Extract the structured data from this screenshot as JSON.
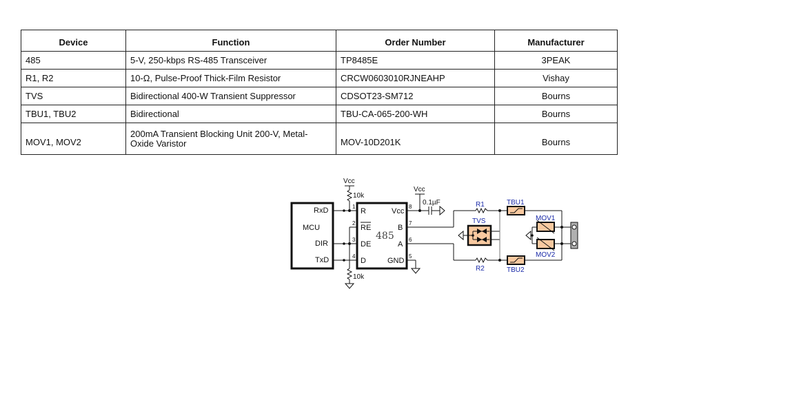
{
  "bom_table": {
    "headers": [
      "Device",
      "Function",
      "Order Number",
      "Manufacturer"
    ],
    "rows": [
      {
        "device": "485",
        "function": "5-V, 250-kbps RS-485 Transceiver",
        "order_number": "TP8485E",
        "manufacturer": "3PEAK"
      },
      {
        "device": "R1, R2",
        "function": "10-Ω, Pulse-Proof Thick-Film Resistor",
        "order_number": "CRCW0603010RJNEAHP",
        "manufacturer": "Vishay"
      },
      {
        "device": "TVS",
        "function": "Bidirectional 400-W Transient Suppressor",
        "order_number": "CDSOT23-SM712",
        "manufacturer": "Bourns"
      },
      {
        "device": "TBU1, TBU2",
        "function": "Bidirectional",
        "order_number": "TBU-CA-065-200-WH",
        "manufacturer": "Bourns"
      },
      {
        "device": "MOV1, MOV2",
        "function_line1": "200mA Transient Blocking Unit 200-V, Metal-",
        "function_line2": "Oxide Varistor",
        "order_number": "MOV-10D201K",
        "manufacturer": "Bourns"
      }
    ]
  },
  "schematic": {
    "mcu": {
      "label": "MCU",
      "pins": [
        "RxD",
        "DIR",
        "TxD"
      ]
    },
    "transceiver": {
      "label": "485",
      "left_pins": [
        {
          "num": "1",
          "name": "R"
        },
        {
          "num": "2",
          "name": "RE"
        },
        {
          "num": "3",
          "name": "DE"
        },
        {
          "num": "4",
          "name": "D"
        }
      ],
      "right_pins": [
        {
          "num": "8",
          "name": "Vcc"
        },
        {
          "num": "7",
          "name": "B"
        },
        {
          "num": "6",
          "name": "A"
        },
        {
          "num": "5",
          "name": "GND"
        }
      ]
    },
    "vcc_label": "Vcc",
    "pullup_resistor": "10k",
    "pulldown_resistor": "10k",
    "capacitor": "0.1µF",
    "r1": "R1",
    "r2": "R2",
    "tvs": "TVS",
    "tbu1": "TBU1",
    "tbu2": "TBU2",
    "mov1": "MOV1",
    "mov2": "MOV2",
    "colors": {
      "component_fill": "#f8c9a0",
      "label_blue": "#1a2aa8",
      "connector_gray": "#b0b0b0"
    }
  }
}
